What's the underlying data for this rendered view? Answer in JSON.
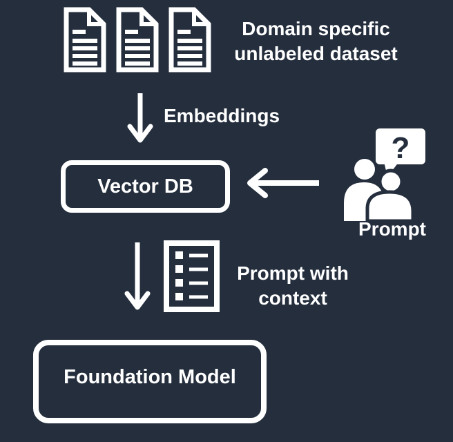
{
  "colors": {
    "background": "#242E3D",
    "foreground": "#FFFFFF"
  },
  "nodes": {
    "dataset": {
      "icon": "document-icon",
      "icon_count": 3,
      "label_line1": "Domain specific",
      "label_line2": "unlabeled dataset"
    },
    "vector_db": {
      "label": "Vector DB"
    },
    "foundation_model": {
      "label": "Foundation Model"
    }
  },
  "edges": {
    "embeddings": {
      "icon": "arrow-down-icon",
      "label": "Embeddings"
    },
    "prompt": {
      "icon": "users-question-icon",
      "arrow_icon": "arrow-left-icon",
      "bubble_glyph": "?",
      "label": "Prompt"
    },
    "prompt_with_context": {
      "icon": "list-document-icon",
      "arrow_icon": "arrow-down-icon",
      "label_line1": "Prompt with",
      "label_line2": "context"
    }
  }
}
